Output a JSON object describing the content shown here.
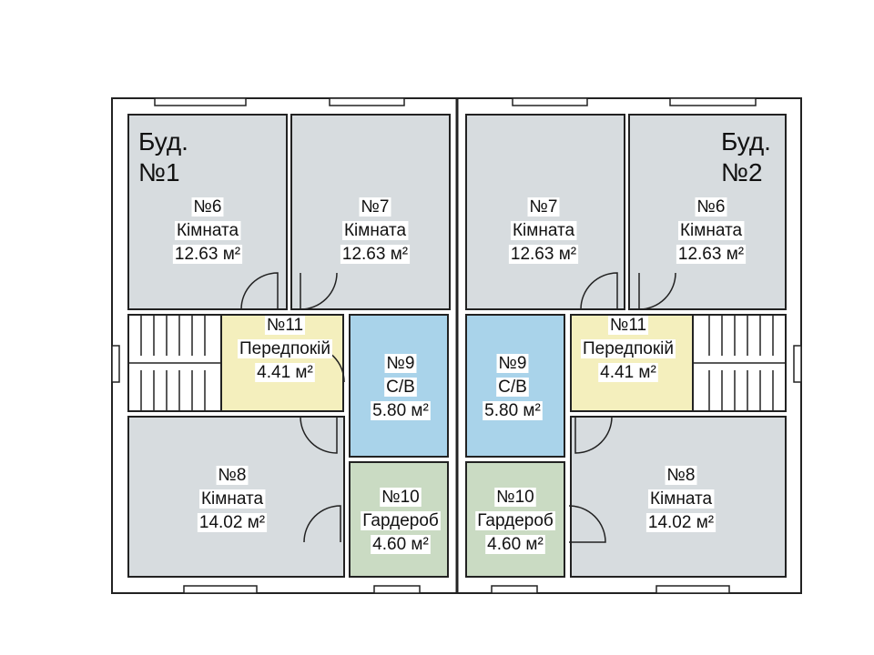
{
  "colors": {
    "room": "#d7dcdf",
    "bath": "#a9d3ea",
    "hall": "#f4efbd",
    "wardrobe": "#cadbc3",
    "wall": "#222222"
  },
  "buildings": [
    {
      "title_line1": "Буд.",
      "title_line2": "№1"
    },
    {
      "title_line1": "Буд.",
      "title_line2": "№2"
    }
  ],
  "rooms": [
    {
      "num": "№6",
      "name": "Кімната",
      "area": "12.63 м²",
      "type": "room"
    },
    {
      "num": "№7",
      "name": "Кімната",
      "area": "12.63 м²",
      "type": "room"
    },
    {
      "num": "№7",
      "name": "Кімната",
      "area": "12.63 м²",
      "type": "room"
    },
    {
      "num": "№6",
      "name": "Кімната",
      "area": "12.63 м²",
      "type": "room"
    },
    {
      "num": "№11",
      "name": "Передпокій",
      "area": "4.41 м²",
      "type": "hall"
    },
    {
      "num": "№9",
      "name": "С/В",
      "area": "5.80 м²",
      "type": "bath"
    },
    {
      "num": "№9",
      "name": "С/В",
      "area": "5.80 м²",
      "type": "bath"
    },
    {
      "num": "№11",
      "name": "Передпокій",
      "area": "4.41 м²",
      "type": "hall"
    },
    {
      "num": "№8",
      "name": "Кімната",
      "area": "14.02 м²",
      "type": "room"
    },
    {
      "num": "№10",
      "name": "Гардероб",
      "area": "4.60 м²",
      "type": "wardrobe"
    },
    {
      "num": "№10",
      "name": "Гардероб",
      "area": "4.60 м²",
      "type": "wardrobe"
    },
    {
      "num": "№8",
      "name": "Кімната",
      "area": "14.02 м²",
      "type": "room"
    }
  ]
}
